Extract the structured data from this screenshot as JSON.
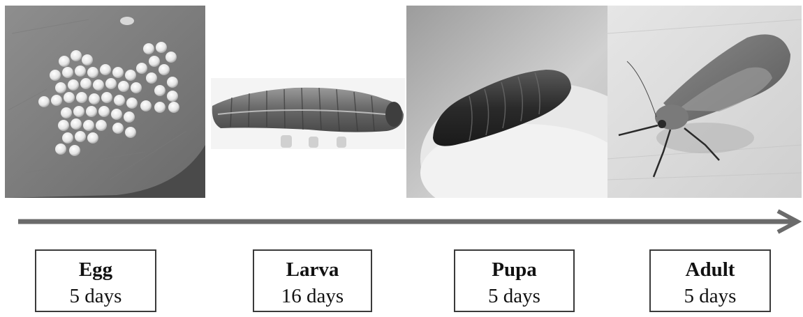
{
  "stages": [
    {
      "name": "Egg",
      "duration": "5 days"
    },
    {
      "name": "Larva",
      "duration": "16 days"
    },
    {
      "name": "Pupa",
      "duration": "5 days"
    },
    {
      "name": "Adult",
      "duration": "5 days"
    }
  ],
  "colors": {
    "arrow": "#6b6b6b",
    "box_border": "#3a3a3a",
    "text": "#111111"
  }
}
